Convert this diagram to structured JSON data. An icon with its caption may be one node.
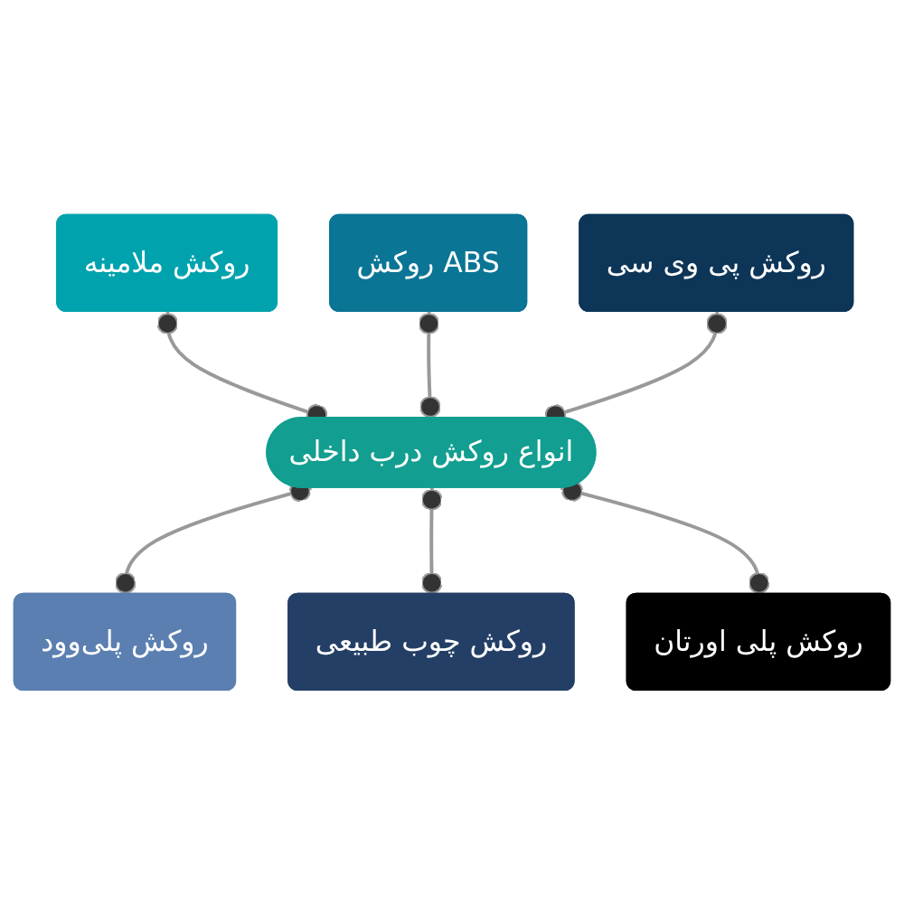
{
  "diagram": {
    "nodes": [
      {
        "text": [
          "روکش ملامینه"
        ]
      },
      {
        "text": [
          "روکش ABS"
        ]
      },
      {
        "text": [
          "روکش پی وی سی"
        ]
      },
      {
        "text": [
          "انواع روکش درب داخلی"
        ]
      },
      {
        "text": [
          "روکش پلی‌وود"
        ]
      },
      {
        "text": [
          "روکش چوب طبیعی"
        ]
      },
      {
        "text": [
          "روکش پلی اورتان"
        ]
      }
    ],
    "edges": [
      {
        "from": 0,
        "to": 3,
        "arrow": "other"
      },
      {
        "from": 1,
        "to": 3,
        "arrow": "other"
      },
      {
        "from": 2,
        "to": 3,
        "arrow": "other"
      },
      {
        "from": 3,
        "to": 4,
        "arrow": "other"
      },
      {
        "from": 3,
        "to": 5,
        "arrow": "other"
      },
      {
        "from": 3,
        "to": 6,
        "arrow": "other"
      }
    ]
  }
}
